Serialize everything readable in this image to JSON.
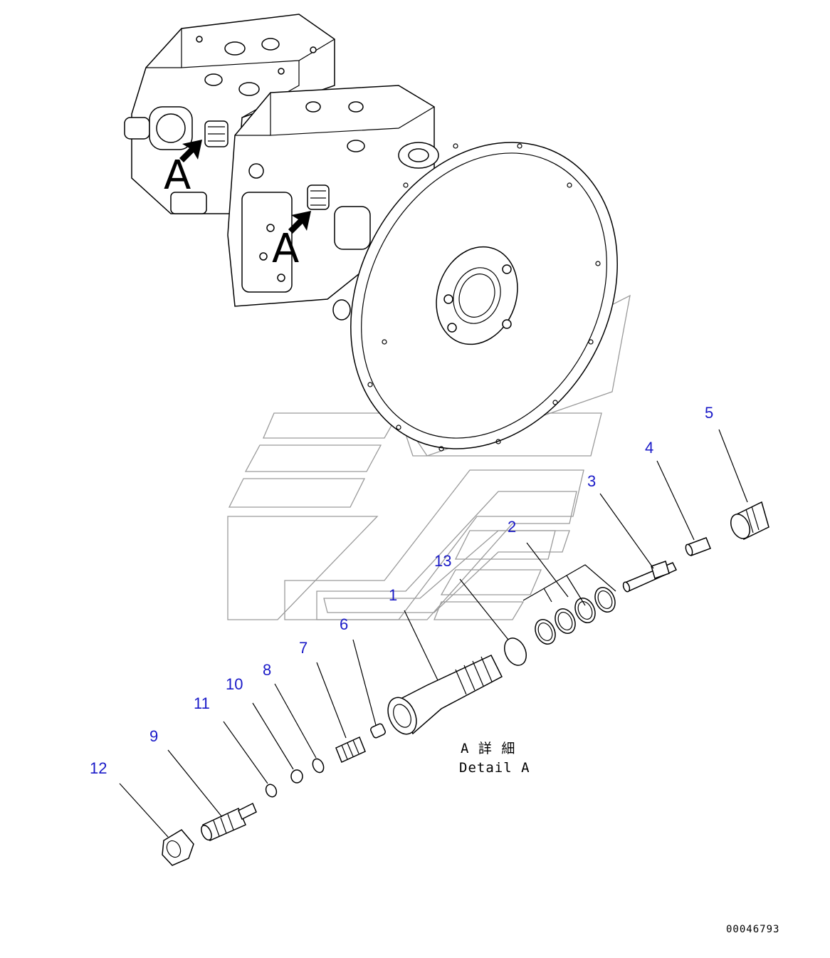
{
  "reference_labels": [
    "A",
    "A"
  ],
  "callouts": [
    "1",
    "2",
    "3",
    "4",
    "5",
    "6",
    "7",
    "8",
    "9",
    "10",
    "11",
    "12",
    "13"
  ],
  "detail_caption": {
    "japanese": "A 詳 細",
    "english": "Detail A"
  },
  "document_number": "00046793",
  "colors": {
    "callout_text": "#1a1ac8",
    "linework": "#000000",
    "watermark": "#9a9a9a"
  }
}
